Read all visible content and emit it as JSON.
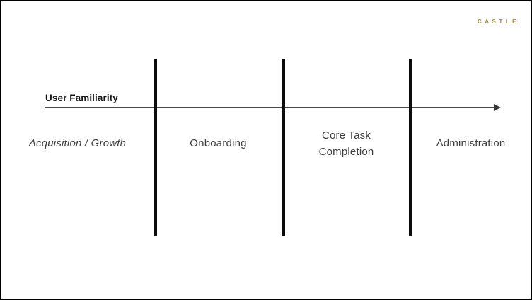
{
  "brand": {
    "logo_text": "CASTLE",
    "logo_color": "#a8862f"
  },
  "axis": {
    "label": "User Familiarity",
    "direction": "left-to-right-arrow",
    "line_color": "#4a4a4a"
  },
  "stages": [
    {
      "label": "Acquisition / Growth",
      "style": "italic"
    },
    {
      "label": "Onboarding",
      "style": "regular"
    },
    {
      "label": "Core Task\nCompletion",
      "style": "regular"
    },
    {
      "label": "Administration",
      "style": "regular"
    }
  ],
  "dividers": {
    "count": 3,
    "color": "#0b0b0b"
  },
  "colors": {
    "background": "#ffffff",
    "border": "#000000",
    "stage_label_text": "#3e3e3e",
    "axis_label_text": "#151515"
  }
}
